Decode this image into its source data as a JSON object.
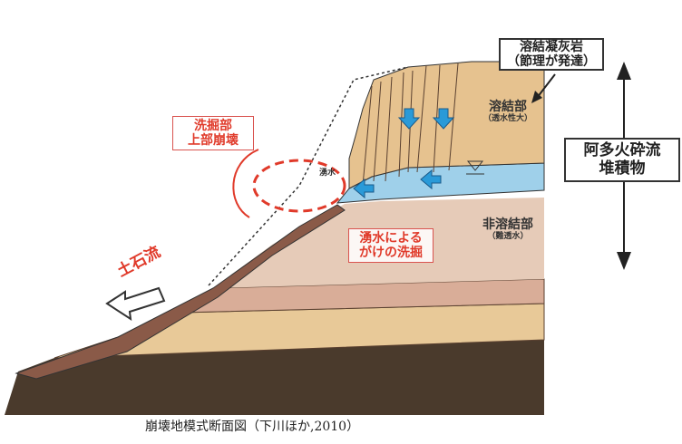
{
  "labels": {
    "welded_tuff_line1": "溶結凝灰岩",
    "welded_tuff_line2": "（節理が発達）",
    "welded_zone": "溶結部",
    "welded_zone_note": "（透水性大）",
    "nonwelded_zone": "非溶結部",
    "nonwelded_zone_note": "（難透水）",
    "aso_line1": "阿多火砕流",
    "aso_line2": "堆積物",
    "upper_collapse_line1": "洗掘部",
    "upper_collapse_line2": "上部崩壊",
    "spring": "湧水",
    "scour_line1": "湧水による",
    "scour_line2": "がけの洗掘",
    "debris_flow": "土石流"
  },
  "caption": "崩壊地模式断面図（下川ほか,2010）",
  "colors": {
    "red": "#e03a2a",
    "water": "#9fd0ea",
    "arrow_blue": "#2a9ad8",
    "welded": "#e6c28f",
    "nonwelded": "#e6cbb8",
    "basement": "#4a3a2c"
  }
}
